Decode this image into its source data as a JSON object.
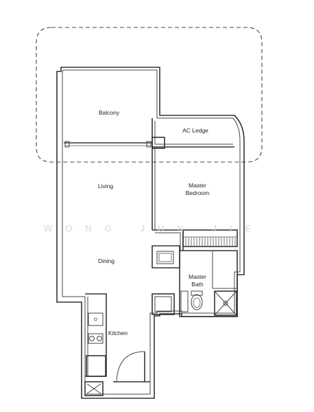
{
  "rooms": {
    "balcony": "Balcony",
    "ac_ledge": "AC Ledge",
    "living": "Living",
    "master_bedroom_line1": "Master",
    "master_bedroom_line2": "Bedroom",
    "dining": "Dining",
    "master_bath_line1": "Master",
    "master_bath_line2": "Bath",
    "kitchen": "Kitchen"
  },
  "watermark": "WONG JUN JIE",
  "colors": {
    "line": "#333333",
    "watermark": "#d6d6d6",
    "background": "#ffffff"
  }
}
